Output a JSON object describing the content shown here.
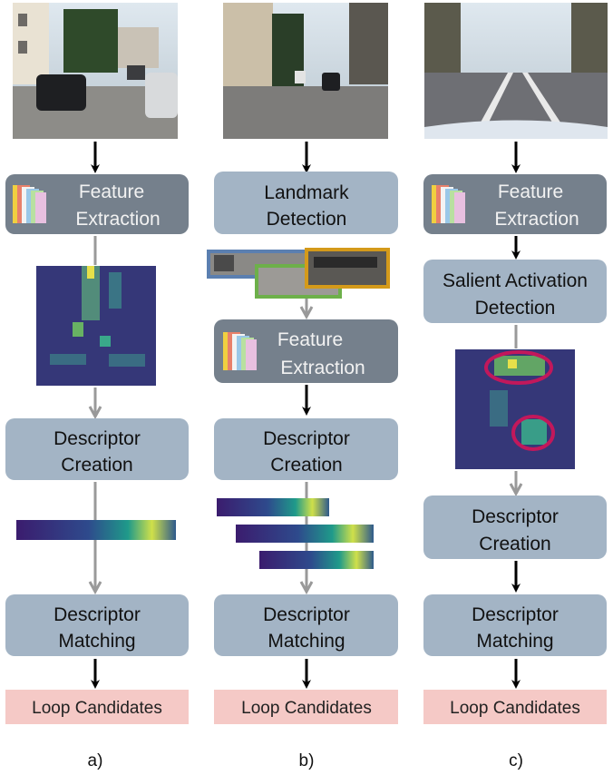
{
  "columns": [
    {
      "label": "a)",
      "steps": [
        "Feature Extraction",
        "Descriptor Creation",
        "Descriptor Matching",
        "Loop Candidates"
      ],
      "feature_extraction": [
        "Feature",
        "Extraction"
      ],
      "descriptor_creation": [
        "Descriptor",
        "Creation"
      ],
      "descriptor_matching": [
        "Descriptor",
        "Matching"
      ],
      "loop": "Loop Candidates"
    },
    {
      "label": "b)",
      "landmark_detection": [
        "Landmark",
        "Detection"
      ],
      "feature_extraction": [
        "Feature",
        "Extraction"
      ],
      "descriptor_creation": [
        "Descriptor",
        "Creation"
      ],
      "descriptor_matching": [
        "Descriptor",
        "Matching"
      ],
      "loop": "Loop Candidates"
    },
    {
      "label": "c)",
      "feature_extraction": [
        "Feature",
        "Extraction"
      ],
      "salient_detection": [
        "Salient Activation",
        "Detection"
      ],
      "descriptor_creation": [
        "Descriptor",
        "Creation"
      ],
      "descriptor_matching": [
        "Descriptor",
        "Matching"
      ],
      "loop": "Loop Candidates"
    }
  ],
  "colors": {
    "process_box": "#a3b4c5",
    "feature_box": "#75808c",
    "loop_box": "#f5c9c6",
    "arrow_black": "#000000",
    "arrow_gray": "#999999",
    "landmark_blue": "#5b7fb0",
    "landmark_green": "#6db04a",
    "landmark_orange": "#d49a1a",
    "salient_ring": "#c2185b"
  },
  "icons": [
    "camera-photo-street-a",
    "camera-photo-street-b",
    "camera-photo-road-c",
    "cnn-layers-icon",
    "heatmap",
    "descriptor-bar"
  ]
}
